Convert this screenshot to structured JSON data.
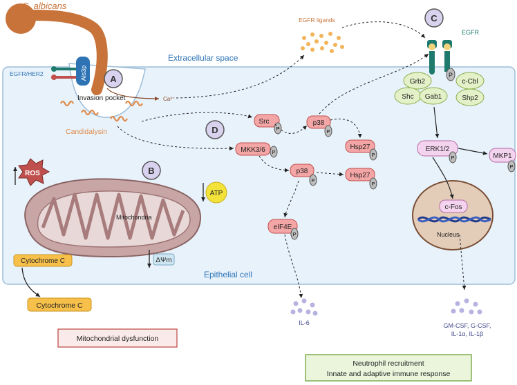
{
  "organism": "C. albicans",
  "adhesin": "Als3p",
  "receptor_left": "EGFR/HER2",
  "extracellular_space": "Extracellular space",
  "epithelial_cell": "Epithelial cell",
  "invasion_pocket": "Invasion pocket",
  "calcium": "Ca²⁺",
  "toxin": "Candidalysin",
  "egfr_ligands": "EGFR ligands",
  "egfr": "EGFR",
  "phospho": "P",
  "panels": {
    "a": "A",
    "b": "B",
    "c": "C",
    "d": "D"
  },
  "adaptors": {
    "grb2": "Grb2",
    "ccbl": "c-Cbl",
    "shc": "Shc",
    "gab1": "Gab1",
    "shp2": "Shp2"
  },
  "kinases": {
    "src": "Src",
    "p38_upper": "p38",
    "hsp27_upper": "Hsp27",
    "mkk36": "MKK3/6",
    "p38_lower": "p38",
    "hsp27_lower": "Hsp27",
    "eif4e": "eIF4E",
    "erk12": "ERK1/2",
    "mkp1": "MKP1",
    "cfos": "c-Fos"
  },
  "mito": {
    "ros": "ROS",
    "atp": "ATP",
    "mitochondria": "Mitochondria",
    "cytc_inside": "Cytochrome C",
    "cytc_outside": "Cytochrome C",
    "delta_psi": "ΔΨm"
  },
  "nucleus": "Nucleus",
  "outputs": {
    "il6": "IL-6",
    "cytokines_line1": "GM-CSF, G-CSF,",
    "cytokines_line2": "IL-1α, IL-1β"
  },
  "boxes": {
    "mito_dysfunction": "Mitochondrial dysfunction",
    "neutrophil_line1": "Neutrophil recruitment",
    "neutrophil_line2": "Innate and adaptive immune response"
  },
  "colors": {
    "cell_fill": "#e8f2fb",
    "cell_stroke": "#9cbdd8",
    "fungus": "#c8733a",
    "kinase_fill": "#f4a5a5",
    "kinase_stroke": "#c0504d",
    "adaptor_fill": "#e3f0c8",
    "adaptor_stroke": "#8aae4a",
    "erk_fill": "#f3d3ee",
    "erk_stroke": "#b56aa6",
    "mito_fill": "#c9a6a6",
    "cytc_fill": "#f7c04a",
    "accent_blue": "#2e74b5"
  }
}
